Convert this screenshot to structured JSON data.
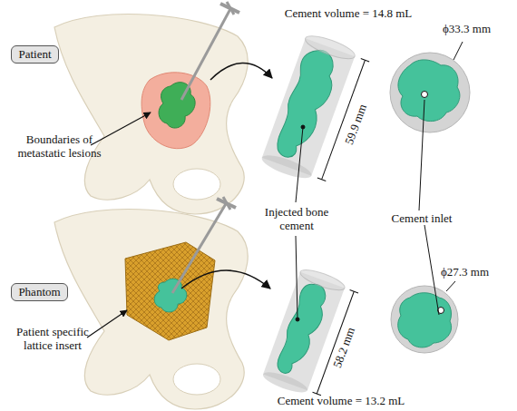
{
  "diagram": {
    "nodes": [
      {
        "text": [
          "Patient"
        ]
      },
      {
        "text": [
          "Phantom"
        ]
      }
    ],
    "labels": [
      "Boundaries of metastatic lesions",
      "Cement volume = 14.8 mL",
      "59.9 mm",
      "ϕ33.3 mm",
      "Injected bone cement",
      "Cement inlet",
      "Patient specific lattice insert",
      "58.2 mm",
      "ϕ27.3 mm",
      "Cement volume = 13.2 mL"
    ]
  }
}
